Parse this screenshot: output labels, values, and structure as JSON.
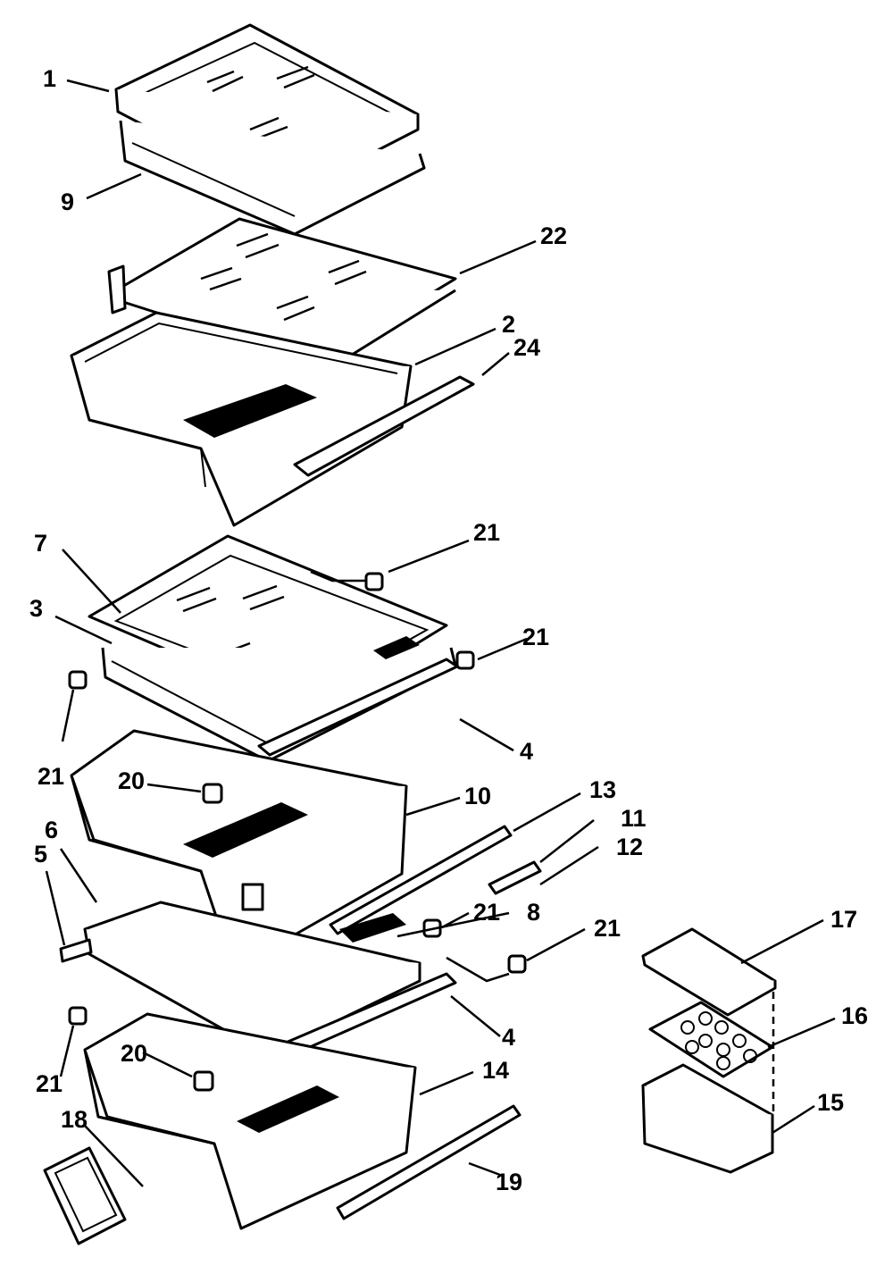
{
  "diagram": {
    "callouts": {
      "c1": "1",
      "c9": "9",
      "c22": "22",
      "c2": "2",
      "c24": "24",
      "c7": "7",
      "c21a": "21",
      "c3": "3",
      "c21b": "21",
      "c21c": "21",
      "c4a": "4",
      "c20a": "20",
      "c10": "10",
      "c13": "13",
      "c11": "11",
      "c12": "12",
      "c6": "6",
      "c5": "5",
      "c8": "8",
      "c21d": "21",
      "c21e": "21",
      "c17": "17",
      "c16": "16",
      "c4b": "4",
      "c20b": "20",
      "c14": "14",
      "c21f": "21",
      "c18": "18",
      "c15": "15",
      "c19": "19"
    }
  }
}
